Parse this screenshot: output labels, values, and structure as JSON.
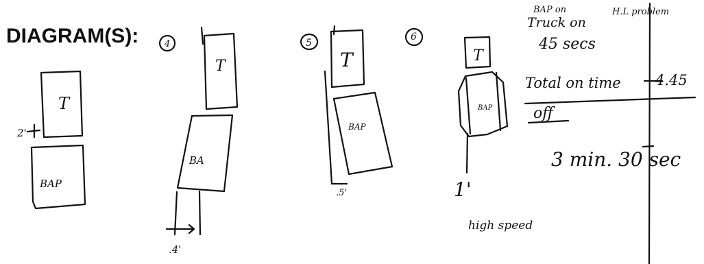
{
  "heading": "DIAGRAM(S):",
  "diagrams": [
    {
      "number": "",
      "top_block": "T",
      "bottom_block": "BAP",
      "gap_label": "2'"
    },
    {
      "number": "4",
      "top_block": "T",
      "bottom_block": "BA",
      "offset_label": ".4'"
    },
    {
      "number": "5",
      "top_block": "T",
      "bottom_block": "BAP",
      "offset_label": ".5'"
    },
    {
      "number": "6",
      "top_block": "T",
      "bottom_block": "BAP",
      "offset_label": "1'",
      "note": "high speed"
    }
  ],
  "notes": {
    "line1": "BAP on",
    "line2": "Truck on",
    "line3": "45 secs",
    "total_label": "Total on time",
    "total_value": "4.45",
    "off_label": "off",
    "off_value": "3 min. 30 sec",
    "side_label": "H.L problem"
  }
}
